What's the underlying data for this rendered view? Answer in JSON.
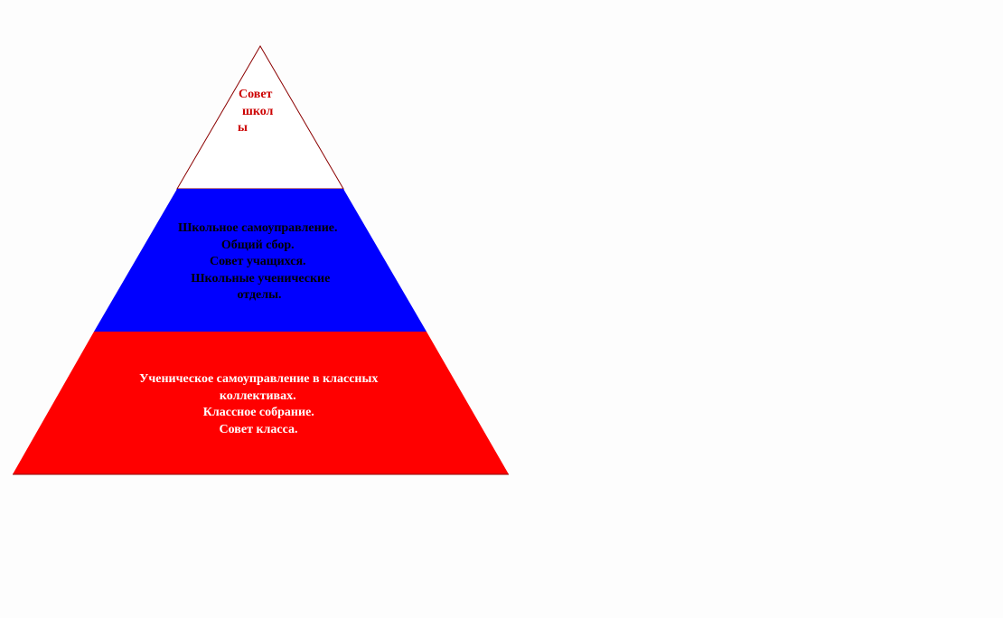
{
  "diagram": {
    "colors": {
      "background": "#fdfdfd",
      "top_fill": "#ffffff",
      "middle_fill": "#0000ff",
      "bottom_fill": "#ff0000",
      "outline": "#8b0000",
      "top_text": "#cc0000",
      "middle_text": "#000000",
      "bottom_text": "#ffffff"
    },
    "tiers": [
      {
        "name": "top",
        "lines": [
          "Совет",
          "школ",
          "ы"
        ]
      },
      {
        "name": "middle",
        "lines": [
          "Школьное самоуправление.",
          "Общий сбор.",
          "Совет учащихся.",
          "Школьные ученические",
          "отделы."
        ]
      },
      {
        "name": "bottom",
        "lines": [
          "Ученическое самоуправление в классных",
          "коллективах.",
          "Классное собрание.",
          "Совет класса."
        ]
      }
    ]
  }
}
